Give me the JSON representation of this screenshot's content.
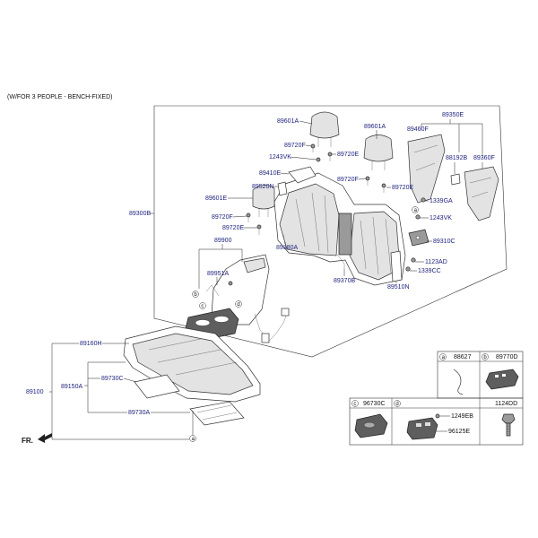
{
  "title": "(W/FOR 3 PEOPLE - BENCH-FIXED)",
  "direction": "FR.",
  "parts": {
    "headrest_1": "89601A",
    "headrest_2": "89601A",
    "headrest_3": "89601E",
    "guide_1": "89720F",
    "guide_2": "89720E",
    "guide_3": "89720F",
    "guide_4": "89720E",
    "guide_5": "89720F",
    "guide_6": "89720E",
    "bolt_1243vk_a": "1243VK",
    "bolt_1243vk_b": "1243VK",
    "cover_89410e": "89410E",
    "cover_89520n": "89520N",
    "back_assy": "89300B",
    "back_frame": "89380A",
    "back_cover": "89370B",
    "armrest_assy": "89900",
    "armrest_sub": "89951A",
    "side_assy": "89350E",
    "side_cover": "89460F",
    "side_bracket": "88192B",
    "side_pad": "89360F",
    "screw_1339ga": "1339GA",
    "hinge": "89310C",
    "nut_1123ad": "1123AD",
    "screw_1339cc": "1339CC",
    "back_pad": "89510N",
    "cushion_assy": "89100",
    "cushion_cover": "89160H",
    "cushion_pad": "89150A",
    "cushion_heater": "89730C",
    "cushion_mat": "89730A"
  },
  "callouts": {
    "a": "a",
    "b": "b",
    "c": "c",
    "d": "d"
  },
  "table": {
    "a_part": "88627",
    "b_part": "89770D",
    "c_part": "96730C",
    "d_label_1": "1124DD",
    "d_label_2": "1249EB",
    "d_label_3": "96125E"
  }
}
